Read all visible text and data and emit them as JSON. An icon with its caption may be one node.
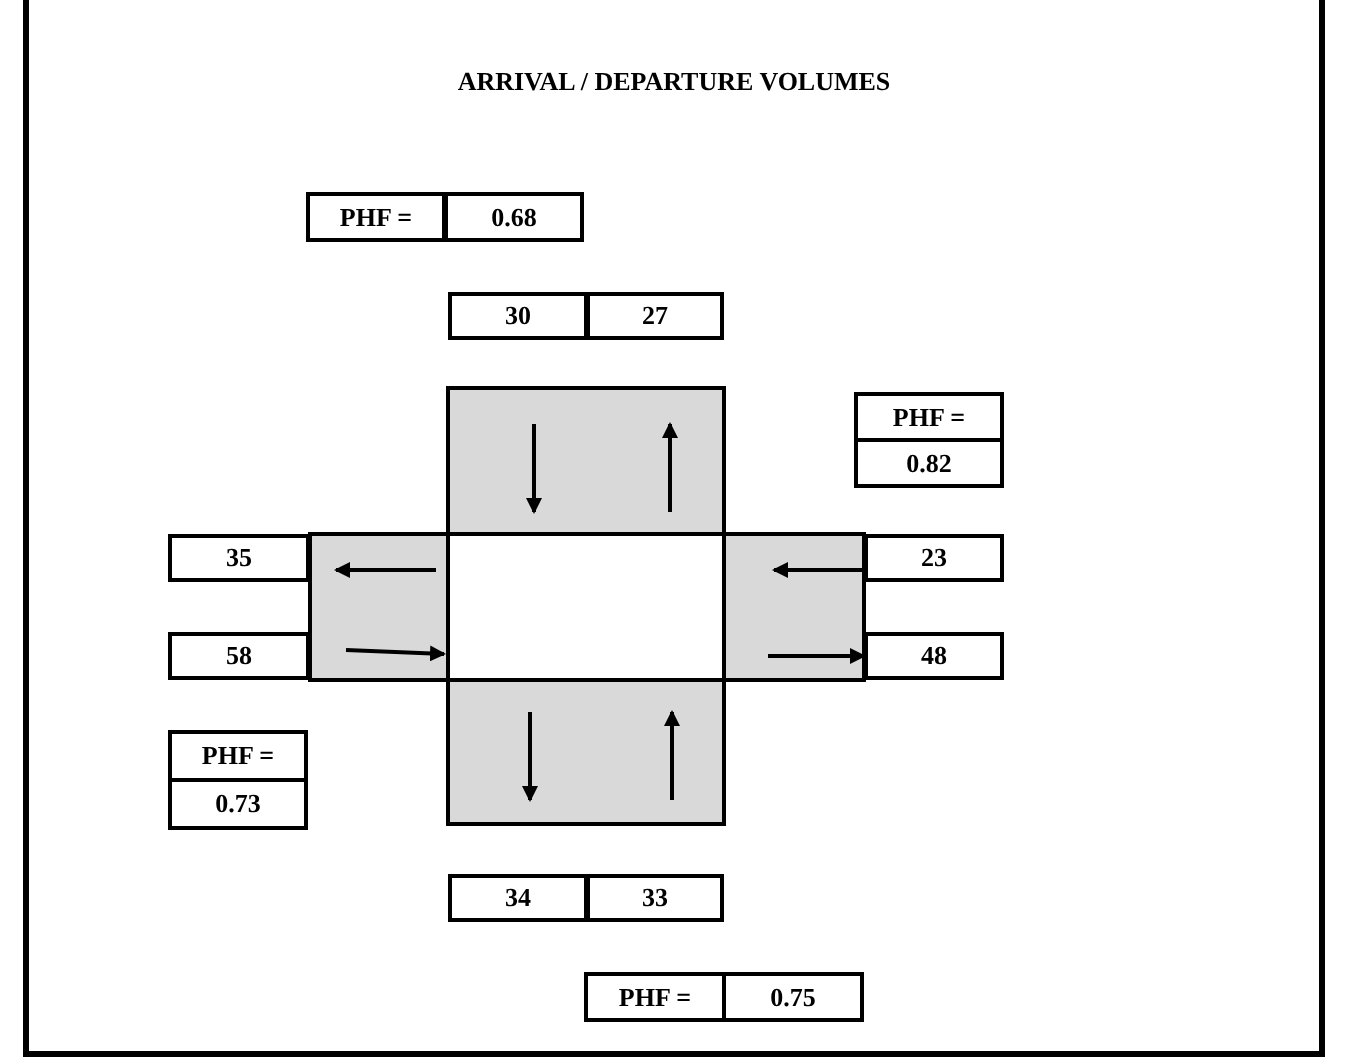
{
  "diagram": {
    "title": "ARRIVAL / DEPARTURE VOLUMES",
    "labels": [
      "PHF =",
      "0.68",
      "30",
      "27",
      "PHF =",
      "0.82",
      "35",
      "23",
      "58",
      "48",
      "PHF =",
      "0.73",
      "34",
      "33",
      "PHF =",
      "0.75"
    ]
  }
}
